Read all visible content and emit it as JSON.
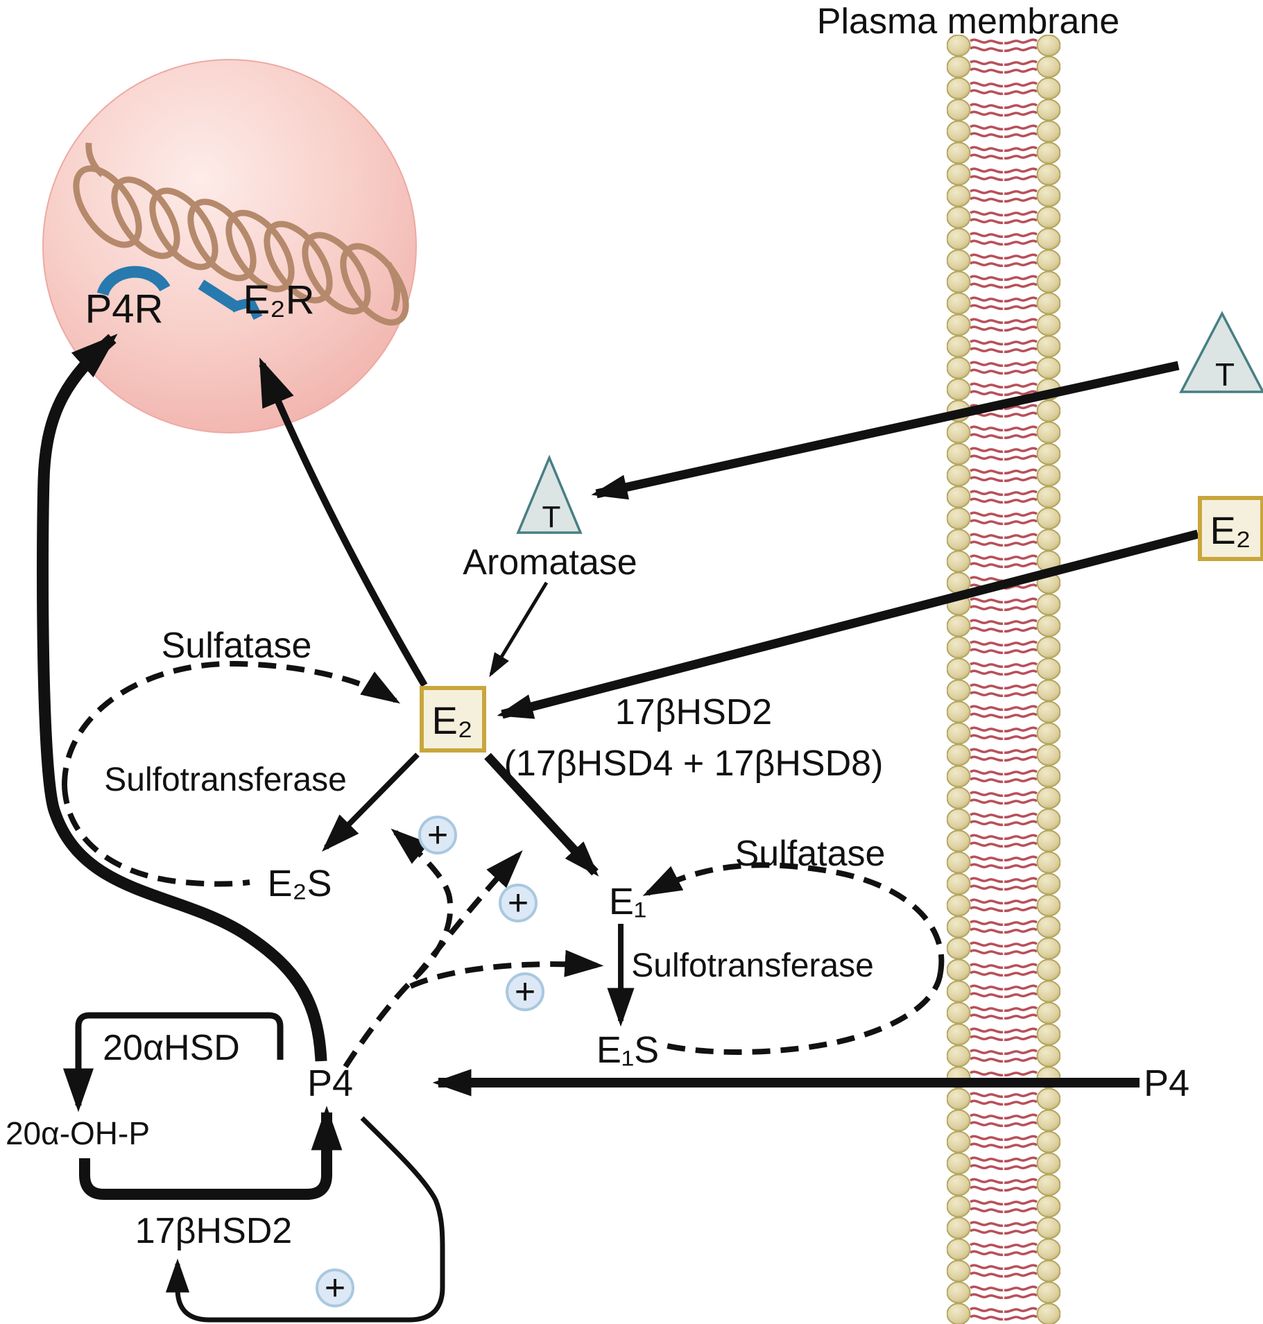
{
  "figure": {
    "title": "Plasma membrane"
  },
  "molecules": {
    "t": "T",
    "e2": "E₂",
    "e1": "E₁",
    "e2s": "E₂S",
    "e1s": "E₁S",
    "p4": "P4",
    "p4_receptor": "P4R",
    "e2_receptor": "E₂R",
    "oh_p": "20α-OH-P"
  },
  "enzymes": {
    "aromatase": "Aromatase",
    "sulfatase": "Sulfatase",
    "sulfotransferase": "Sulfotransferase",
    "hsd17b2": "17βHSD2",
    "hsd17b2_paren": "(17βHSD4 + 17βHSD8)",
    "hsd20a": "20αHSD"
  },
  "signs": {
    "stimulation": "+"
  },
  "colors": {
    "nucleus_fill": "#f6c3bd",
    "dna": "#b5896b",
    "receptor_blue": "#2779ae",
    "membrane_head": "#ddd0a0",
    "membrane_head_edge": "#b3a55e",
    "membrane_tail": "#b8505a",
    "box_fill": "#f5f0dc",
    "box_border": "#c9a63c",
    "triangle_fill": "#dce4e4",
    "triangle_border": "#477f82",
    "plus_fill": "#dce8f5",
    "plus_border": "#a8c8e0",
    "arrow": "#111111"
  }
}
